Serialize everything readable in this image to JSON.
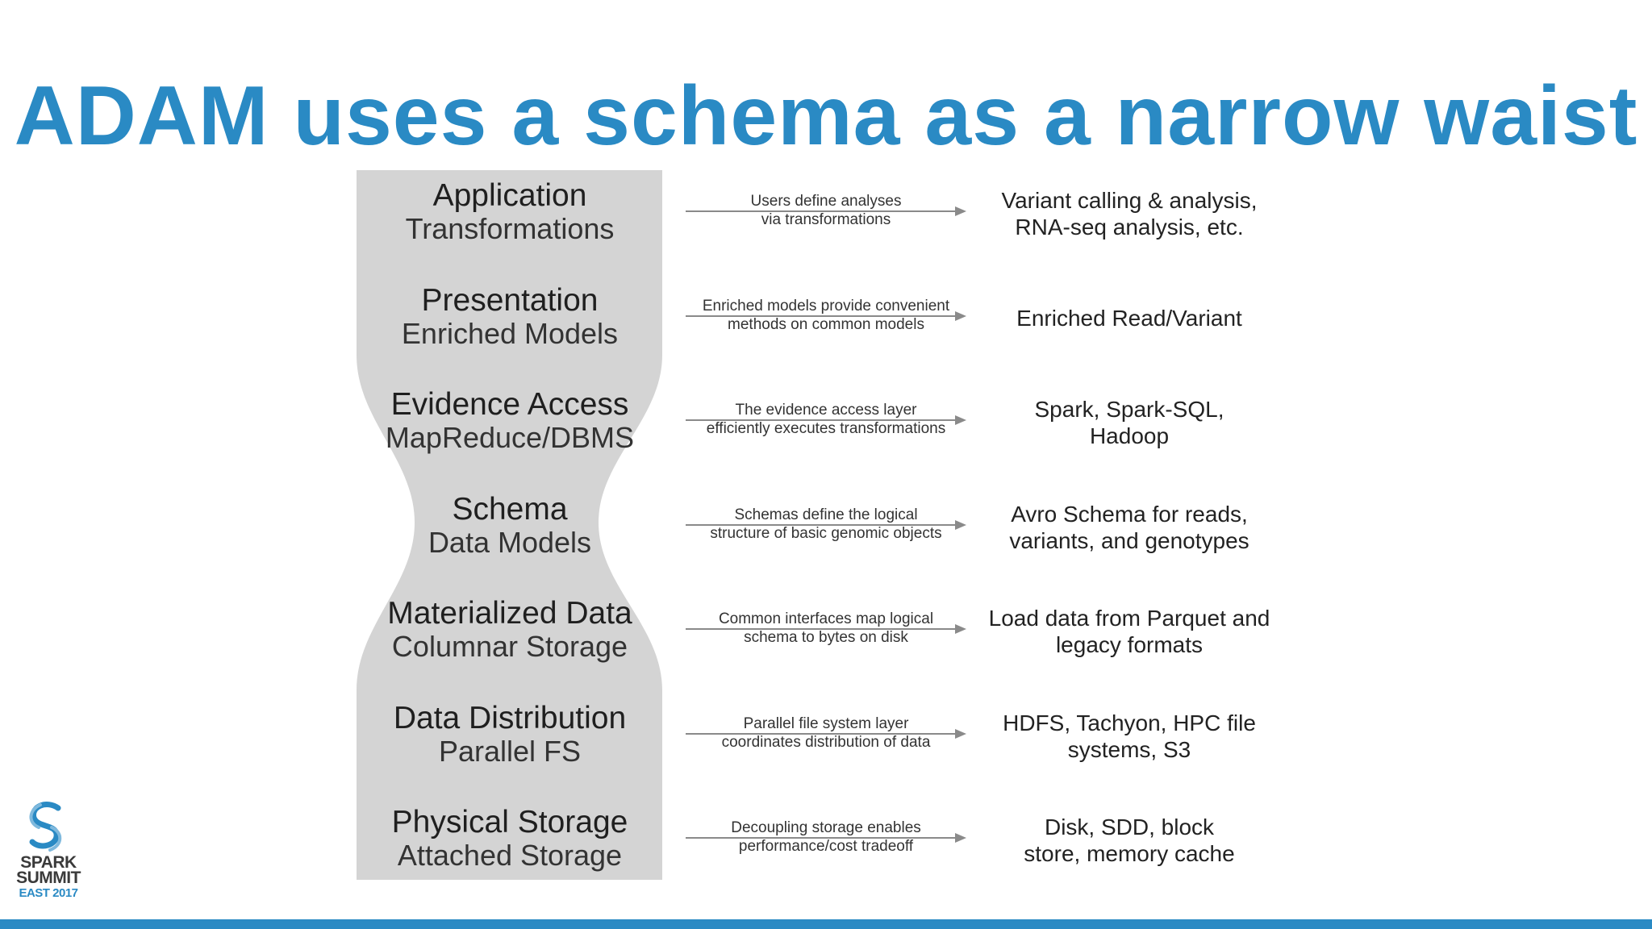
{
  "slide": {
    "title": "ADAM uses a schema as a narrow waist",
    "title_color": "#2a8ac4",
    "accent_bar_color": "#2a8ac4",
    "hourglass_color": "#d4d4d4",
    "arrow_color": "#8a8a8a"
  },
  "layers": [
    {
      "name": "Application",
      "sub": "Transformations",
      "arrow_text": [
        "Users define analyses",
        "via transformations"
      ],
      "example": [
        "Variant calling & analysis,",
        "RNA-seq analysis, etc."
      ]
    },
    {
      "name": "Presentation",
      "sub": "Enriched Models",
      "arrow_text": [
        "Enriched models provide convenient",
        "methods on common models"
      ],
      "example": [
        "Enriched Read/Variant"
      ]
    },
    {
      "name": "Evidence Access",
      "sub": "MapReduce/DBMS",
      "arrow_text": [
        "The evidence access layer",
        "efficiently executes transformations"
      ],
      "example": [
        "Spark, Spark-SQL,",
        "Hadoop"
      ]
    },
    {
      "name": "Schema",
      "sub": "Data Models",
      "arrow_text": [
        "Schemas define the logical",
        "structure of basic genomic objects"
      ],
      "example": [
        "Avro Schema for reads,",
        "variants, and genotypes"
      ]
    },
    {
      "name": "Materialized Data",
      "sub": "Columnar Storage",
      "arrow_text": [
        "Common interfaces map logical",
        "schema to bytes on disk"
      ],
      "example": [
        "Load data from Parquet and",
        "legacy formats"
      ]
    },
    {
      "name": "Data Distribution",
      "sub": "Parallel FS",
      "arrow_text": [
        "Parallel file system layer",
        "coordinates distribution of data"
      ],
      "example": [
        "HDFS, Tachyon, HPC file",
        "systems, S3"
      ]
    },
    {
      "name": "Physical Storage",
      "sub": "Attached Storage",
      "arrow_text": [
        "Decoupling storage enables",
        "performance/cost tradeoff"
      ],
      "example": [
        "Disk, SDD, block",
        "store, memory cache"
      ]
    }
  ],
  "logo": {
    "icon": "spark-summit-logo-icon",
    "lines": [
      "SPARK",
      "SUMMIT",
      "EAST 2017"
    ]
  }
}
